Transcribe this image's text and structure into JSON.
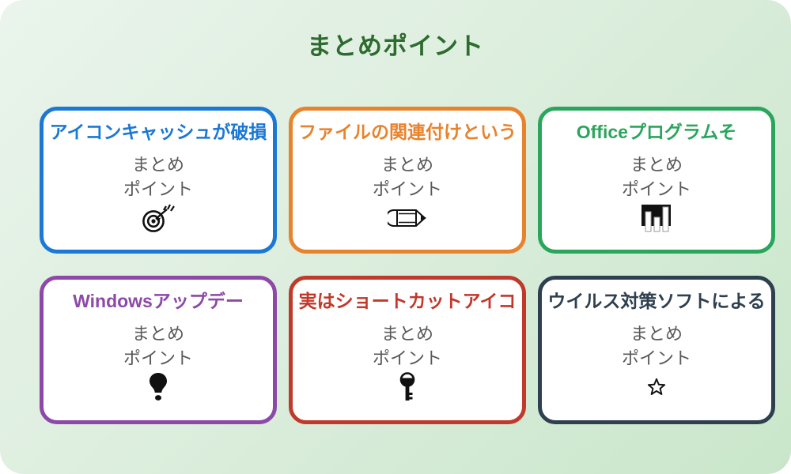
{
  "page": {
    "title": "まとめポイント",
    "title_color": "#2d6b2f",
    "background_start": "#eaf4ec",
    "background_end": "#c9e6ca"
  },
  "cards": [
    {
      "title": "アイコンキャッシュが破損",
      "color": "#1b78d4",
      "icon": "target-dart-icon",
      "subtitle1": "まとめ",
      "subtitle2": "ポイント"
    },
    {
      "title": "ファイルの関連付けという",
      "color": "#e8832d",
      "icon": "pencil-icon",
      "subtitle1": "まとめ",
      "subtitle2": "ポイント"
    },
    {
      "title": "Officeプログラムそ",
      "color": "#2aa65c",
      "icon": "bar-chart-icon",
      "subtitle1": "まとめ",
      "subtitle2": "ポイント"
    },
    {
      "title": "Windowsアップデー",
      "color": "#8d48a8",
      "icon": "lightbulb-icon",
      "subtitle1": "まとめ",
      "subtitle2": "ポイント"
    },
    {
      "title": "実はショートカットアイコ",
      "color": "#c0392b",
      "icon": "key-icon",
      "subtitle1": "まとめ",
      "subtitle2": "ポイント"
    },
    {
      "title": "ウイルス対策ソフトによる",
      "color": "#2e3f50",
      "icon": "star-icon",
      "subtitle1": "まとめ",
      "subtitle2": "ポイント"
    }
  ]
}
